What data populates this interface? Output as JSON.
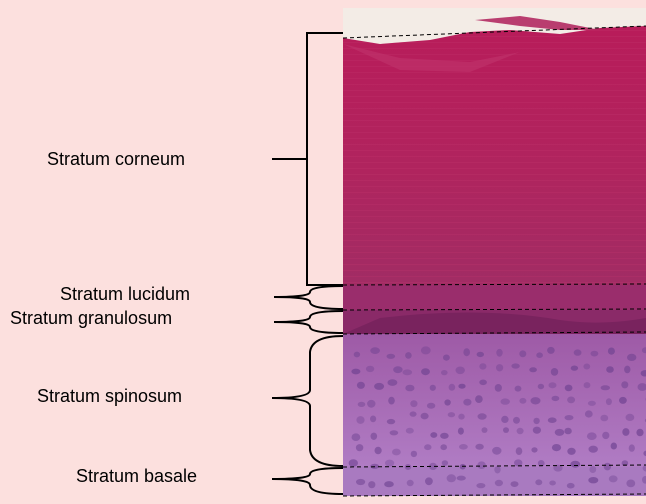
{
  "layers": [
    {
      "id": "corneum",
      "label": "Stratum corneum"
    },
    {
      "id": "lucidum",
      "label": "Stratum lucidum"
    },
    {
      "id": "granulosum",
      "label": "Stratum granulosum"
    },
    {
      "id": "spinosum",
      "label": "Stratum spinosum"
    },
    {
      "id": "basale",
      "label": "Stratum basale"
    }
  ],
  "colors": {
    "background": "#fce0de",
    "corneum": "#b0235f",
    "lucidum": "#9a2d6c",
    "granulosum": "#8a2a68",
    "spinosum": "#a26fb5",
    "nuclei": "#6b3f8e"
  }
}
